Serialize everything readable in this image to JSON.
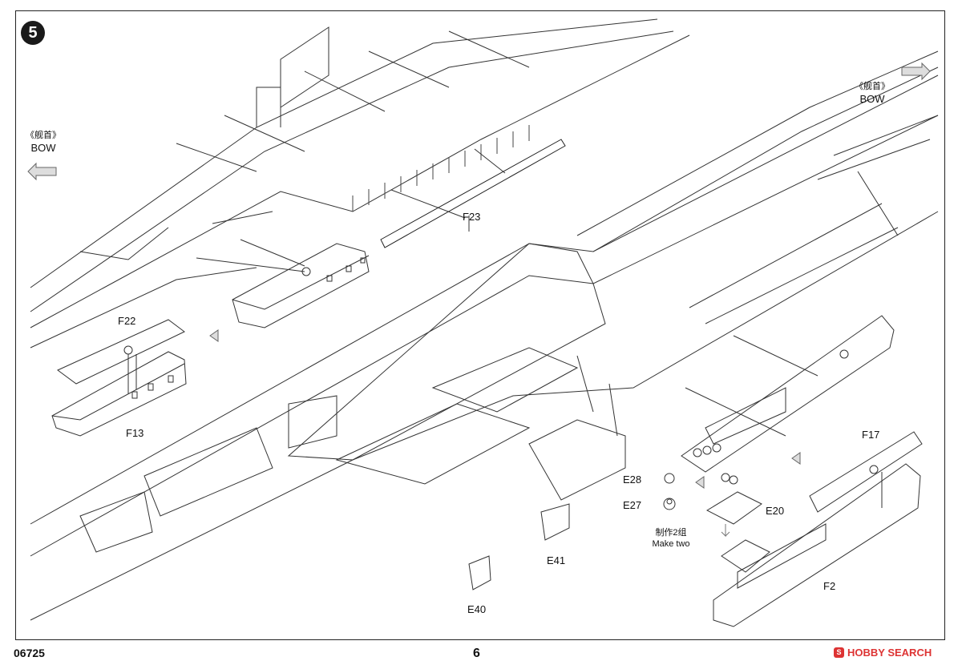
{
  "step": {
    "number": "5"
  },
  "labels": {
    "bow_left_cn": "《舰首》",
    "bow_left_en": "BOW",
    "bow_right_cn": "《舰首》",
    "bow_right_en": "BOW",
    "f23": "F23",
    "f22": "F22",
    "f13": "F13",
    "f17": "F17",
    "f2": "F2",
    "e28": "E28",
    "e27": "E27",
    "e20": "E20",
    "e41": "E41",
    "e40": "E40",
    "make_two_cn": "制作2组",
    "make_two_en": "Make  two"
  },
  "footer": {
    "code": "06725",
    "page": "6"
  },
  "watermark": {
    "logo": "S",
    "text": "HOBBY SEARCH",
    "color": "#dd3333"
  }
}
